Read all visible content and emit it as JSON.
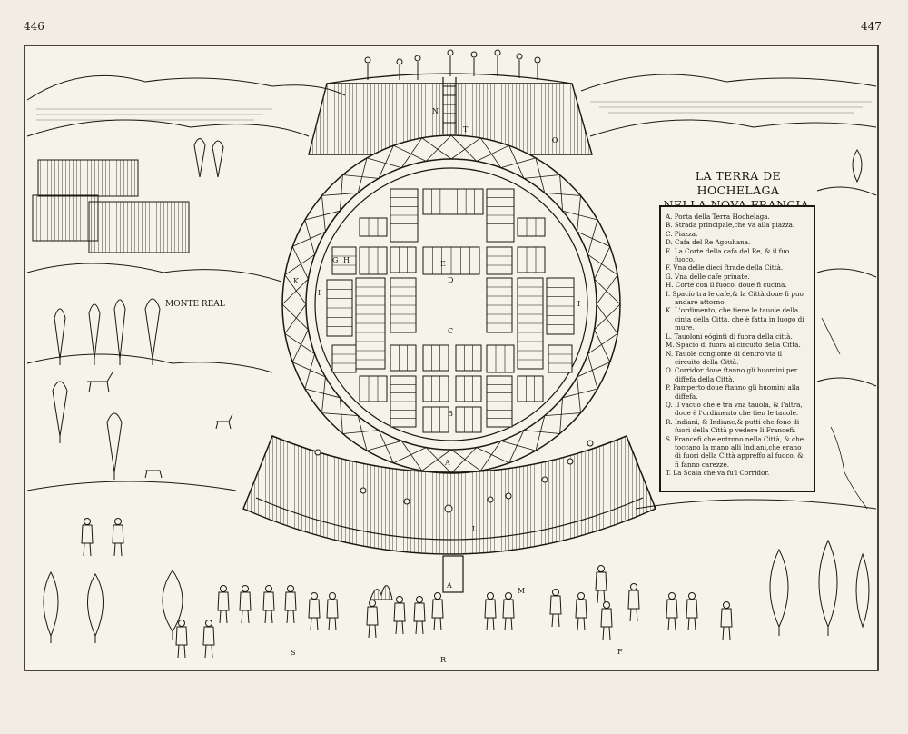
{
  "page_numbers": {
    "left": "446",
    "right": "447"
  },
  "cartouche": {
    "title_line1": "LA TERRA DE HOCHELAGA",
    "title_line2": "NELLA NOVA FRANCIA.",
    "legend": [
      "A. Porta della Terra Hochelaga.",
      "B. Strada principale,che va alla piazza.",
      "C. Piazza.",
      "D. Cafa del Re Agouhana.",
      "E. La Corte della cafa del Re, & il fuo fuoco.",
      "F. Vna delle dieci ftrade della Città.",
      "G. Vna delle cafe priuate.",
      "H. Corte con il fuoco, doue fi cucina.",
      "I. Spacio tra le cafe,& la Città,doue fi puo andare attorno.",
      "K. L'ordimento, che tiene le tauole della cinta della Città, che è fatta in luogo di mure.",
      "L. Tauoloni eóginti di fuora della città.",
      "M. Spacio di fuora al circuito della Città.",
      "N. Tauole congionte di dentro via il circuito della Città.",
      "O. Corridor doue ftanno gli huomini per diffefa della Città.",
      "P. Pamperto doue ftanno gli huomini alla diffefa.",
      "Q. Il vacuo che è tra vna tauola, & l'altra, doue è l'ordimento che tien le tauole.",
      "R. Indiani, & Indiane,& putti che fono di fuori della Città p vedere li Francefi.",
      "S. Francefi che entrono nella Città, & che toccano la mano alli Indiani,che erano di fuori della Città appreffo al fuoco, & fi fanno carezze.",
      "T. La Scala che va fu'l Corridor."
    ]
  },
  "map_labels": {
    "monte_real": "MONTE REAL"
  },
  "letters": {
    "A_gate": "A",
    "A_outer": "A",
    "B": "B",
    "C": "C",
    "D": "D",
    "E": "E",
    "F": "F",
    "G": "G",
    "H": "H",
    "I_left": "I",
    "I_right": "I",
    "K": "K",
    "L": "L",
    "M": "M",
    "N": "N",
    "O": "O",
    "R": "R",
    "S": "S",
    "T": "T"
  },
  "colors": {
    "ink": "#1b1712",
    "paper": "#f1ede2"
  }
}
